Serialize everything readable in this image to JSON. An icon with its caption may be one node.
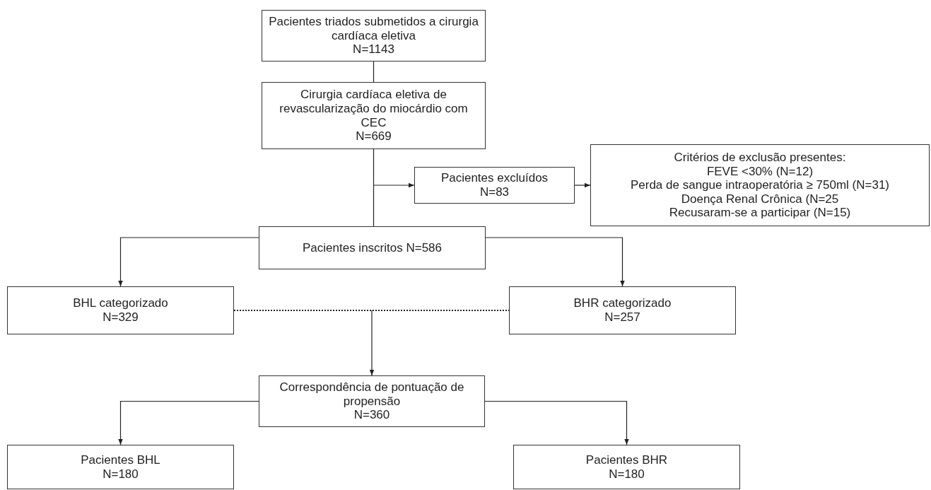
{
  "diagram": {
    "nodes": [
      {
        "text": [
          "Pacientes triados submetidos a cirurgia cardíaca eletiva",
          "N=1143"
        ]
      },
      {
        "text": [
          "Cirurgia cardíaca eletiva de revascularização do miocárdio com CEC",
          "N=669"
        ]
      },
      {
        "text": [
          "Pacientes excluídos",
          "N=83"
        ]
      },
      {
        "text": [
          "Critérios de exclusão presentes:",
          "FEVE <30% (N=12)",
          "Perda de sangue intraoperatória ≥ 750ml (N=31)",
          "Doença Renal Crônica (N=25",
          "Recusaram-se a participar (N=15)"
        ]
      },
      {
        "text": [
          "Pacientes inscritos N=586"
        ]
      },
      {
        "text": [
          "BHL categorizado",
          "N=329"
        ]
      },
      {
        "text": [
          "BHR categorizado",
          "N=257"
        ]
      },
      {
        "text": [
          "Correspondência de pontuação de propensão",
          "N=360"
        ]
      },
      {
        "text": [
          "Pacientes BHL",
          "N=180"
        ]
      },
      {
        "text": [
          "Pacientes BHR",
          "N=180"
        ]
      }
    ],
    "edges": [
      {
        "from": 0,
        "to": 1,
        "arrow": "none"
      },
      {
        "from": 1,
        "to": 4,
        "arrow": "none"
      },
      {
        "from": null,
        "to": 2,
        "arrow": "to"
      },
      {
        "from": 2,
        "to": 3,
        "arrow": "to"
      },
      {
        "from": 4,
        "to": 5,
        "arrow": "to"
      },
      {
        "from": 4,
        "to": 6,
        "arrow": "to"
      },
      {
        "from": 5,
        "to": 6,
        "arrow": "none",
        "style": "dashed"
      },
      {
        "from": null,
        "to": 7,
        "arrow": "to"
      },
      {
        "from": 7,
        "to": 8,
        "arrow": "to"
      },
      {
        "from": 7,
        "to": 9,
        "arrow": "to"
      }
    ]
  }
}
